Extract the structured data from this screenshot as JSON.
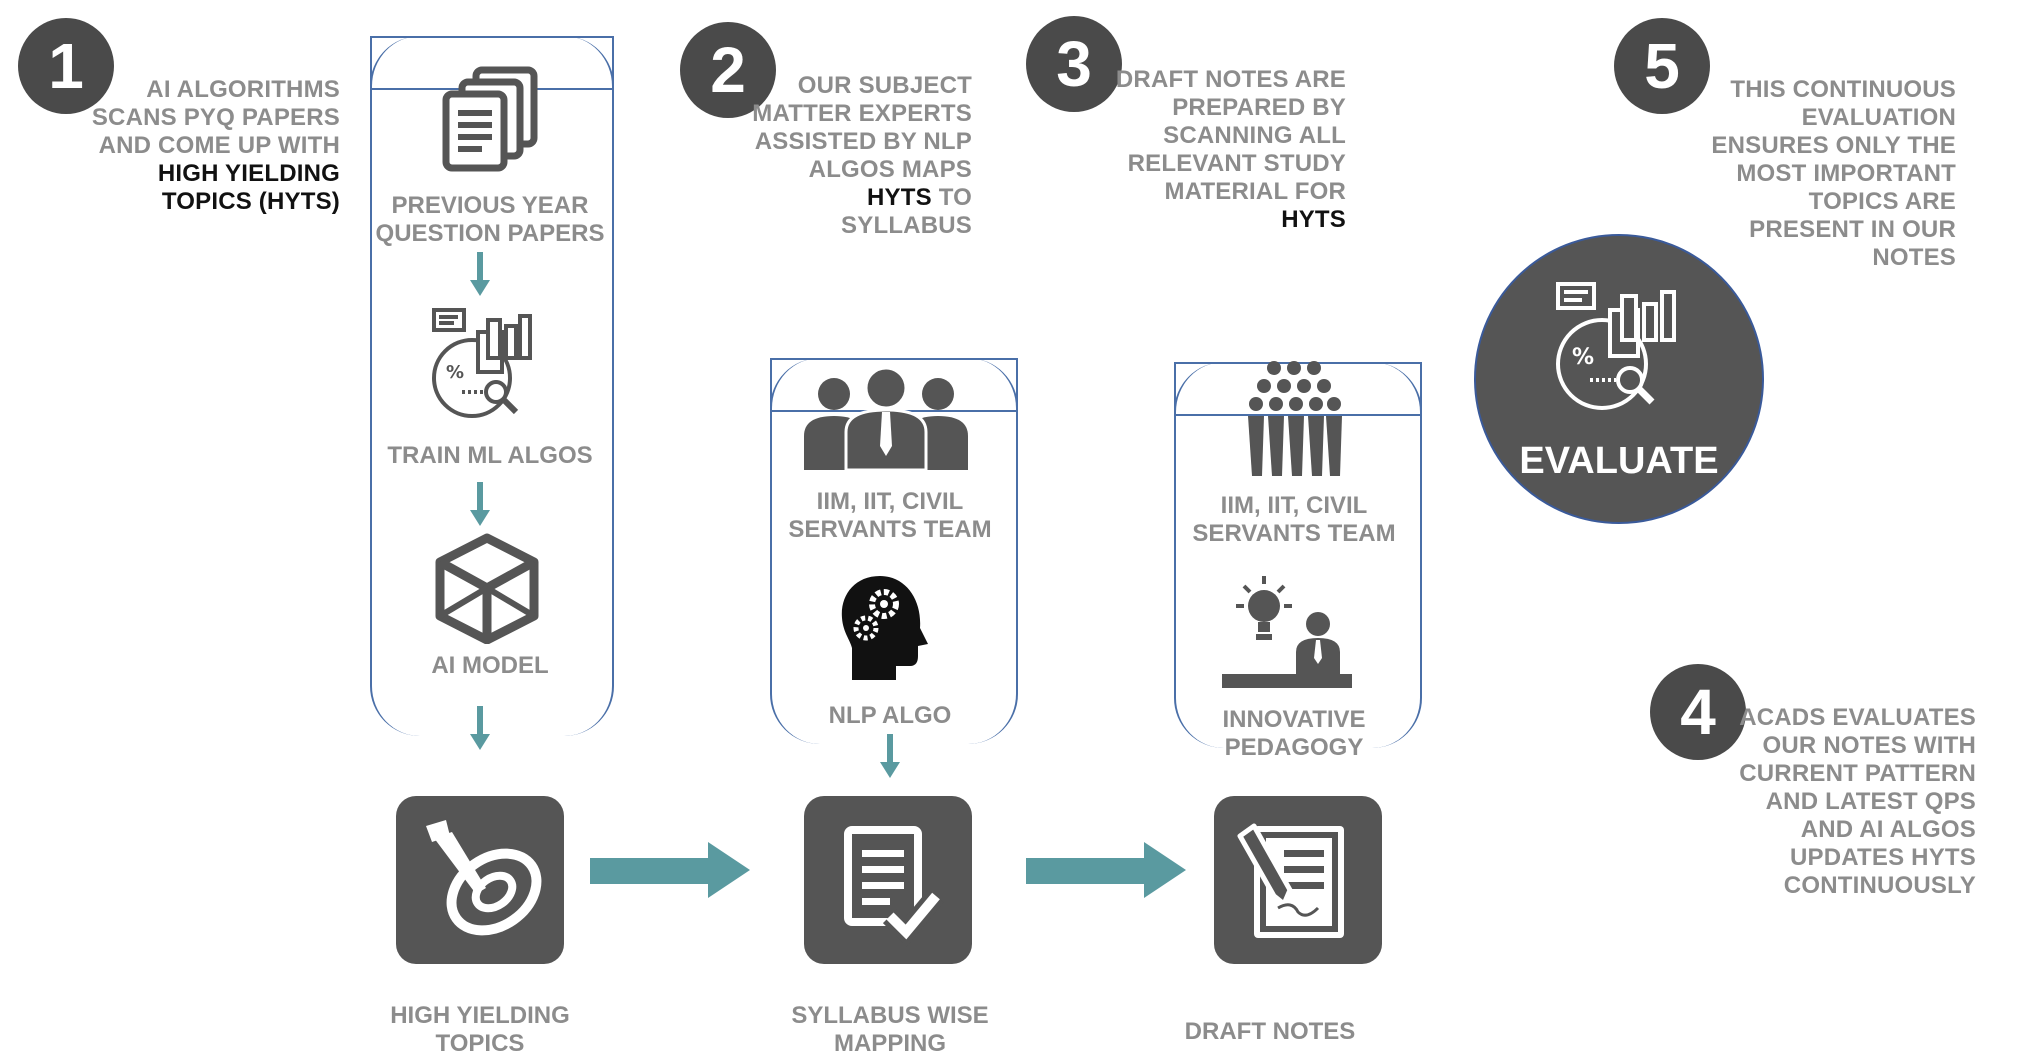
{
  "steps": [
    {
      "number": "1",
      "text_parts": [
        "AI ALGORITHMS SCANS PYQ PAPERS AND COME UP WITH",
        "HIGH YIELDING TOPICS (HYTS)"
      ]
    },
    {
      "number": "2",
      "text_parts": [
        "OUR SUBJECT MATTER EXPERTS ASSISTED BY NLP ALGOS MAPS",
        "HYTS",
        "TO SYLLABUS"
      ]
    },
    {
      "number": "3",
      "text_parts": [
        "DRAFT NOTES ARE PREPARED BY SCANNING ALL RELEVANT STUDY MATERIAL FOR",
        "HYTS"
      ]
    },
    {
      "number": "4",
      "text": "ACADS EVALUATES OUR NOTES WITH CURRENT PATTERN AND LATEST QPS AND AI ALGOS UPDATES HYTS CONTINUOUSLY"
    },
    {
      "number": "5",
      "text": "THIS CONTINUOUS EVALUATION ENSURES ONLY THE MOST IMPORTANT TOPICS ARE PRESENT IN OUR NOTES"
    }
  ],
  "column1": {
    "previous_papers": "PREVIOUS YEAR QUESTION PAPERS",
    "train": "TRAIN ML ALGOS",
    "model": "AI MODEL"
  },
  "column2": {
    "team": "IIM, IIT, CIVIL SERVANTS TEAM",
    "nlp": "NLP ALGO"
  },
  "column3": {
    "team": "IIM, IIT, CIVIL SERVANTS TEAM",
    "pedagogy": "INNOVATIVE PEDAGOGY"
  },
  "outputs": {
    "hyts": "HIGH YIELDING TOPICS",
    "mapping": "SYLLABUS WISE MAPPING",
    "draft": "DRAFT NOTES"
  },
  "evaluate": "EVALUATE",
  "colors": {
    "dark": "#555555",
    "teal": "#5a9aa0",
    "bracket": "#4a6fa8",
    "gray_text": "#8c8c8c"
  }
}
